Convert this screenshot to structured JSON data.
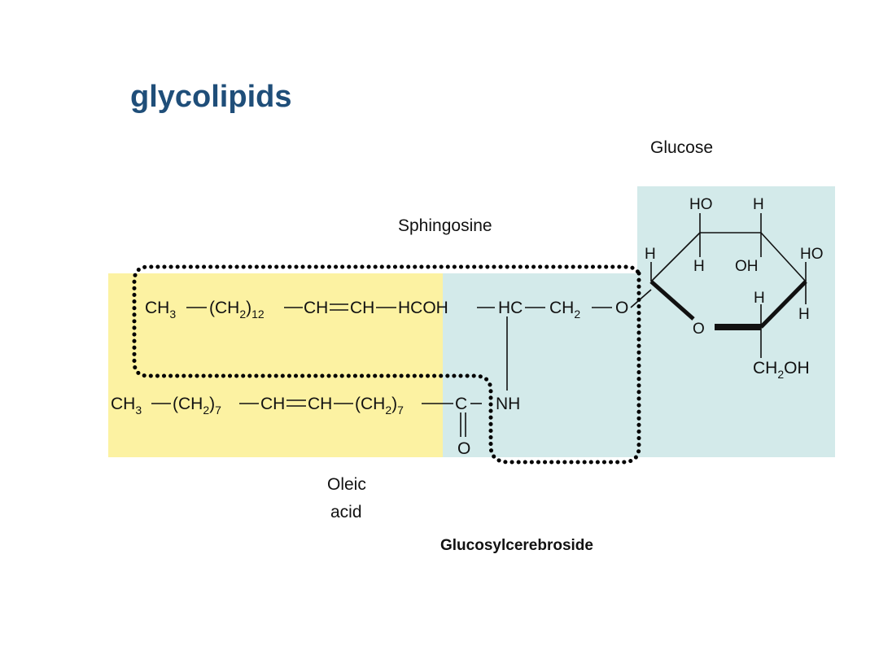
{
  "slide": {
    "title": "glycolipids"
  },
  "diagram": {
    "colors": {
      "fatty_acid_region": "#fcf2a2",
      "sphingosine_region": "#d3eaea",
      "dotted_outline": "#000000"
    },
    "labels": {
      "glucose": "Glucose",
      "sphingosine": "Sphingosine",
      "oleic_acid_line1": "Oleic",
      "oleic_acid_line2": "acid",
      "caption": "Glucosylcerebroside"
    },
    "sphingosine_chain": {
      "ch3": "CH",
      "ch3_sub": "3",
      "ch2_12": "(CH",
      "ch2_12_sub": "2",
      "ch2_12_close": ")",
      "ch2_12_count": "12",
      "ch_a": "CH",
      "ch_b": "CH",
      "hcoh": "HCOH",
      "hc": "HC",
      "ch2": "CH",
      "ch2_sub": "2",
      "o": "O"
    },
    "oleic_chain": {
      "ch3": "CH",
      "ch3_sub": "3",
      "ch2_7a": "(CH",
      "ch2_7a_sub": "2",
      "ch2_7a_close": ")",
      "ch2_7a_count": "7",
      "ch_a": "CH",
      "ch_b": "CH",
      "ch2_7b": "(CH",
      "ch2_7b_sub": "2",
      "ch2_7b_close": ")",
      "ch2_7b_count": "7",
      "c": "C",
      "nh": "NH",
      "o": "O"
    },
    "glucose_ring": {
      "ho_top": "HO",
      "h_top": "H",
      "h_left": "H",
      "h_mid": "H",
      "oh_mid": "OH",
      "ho_right": "HO",
      "h_inner": "H",
      "h_right": "H",
      "ring_o": "O",
      "ch2oh": "CH",
      "ch2oh_sub": "2",
      "ch2oh_tail": "OH"
    }
  }
}
